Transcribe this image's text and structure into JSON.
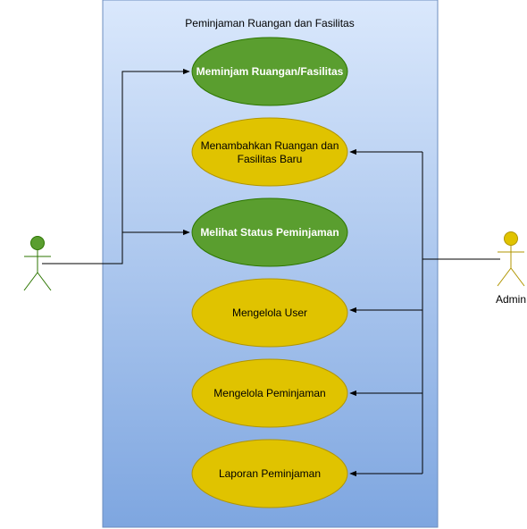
{
  "diagram": {
    "system_title": "Peminjaman Ruangan dan Fasilitas",
    "actors": {
      "left": {
        "label": ""
      },
      "right": {
        "label": "Admin"
      }
    },
    "use_cases": [
      {
        "label_lines": [
          "Meminjam Ruangan/Fasilitas"
        ],
        "fill": "#5a9e2f",
        "text_color": "#ffffff"
      },
      {
        "label_lines": [
          "Menambahkan Ruangan dan",
          "Fasilitas Baru"
        ],
        "fill": "#e0c300",
        "text_color": "#000000"
      },
      {
        "label_lines": [
          "Melihat Status Peminjaman"
        ],
        "fill": "#5a9e2f",
        "text_color": "#ffffff"
      },
      {
        "label_lines": [
          "Mengelola User"
        ],
        "fill": "#e0c300",
        "text_color": "#000000"
      },
      {
        "label_lines": [
          "Mengelola Peminjaman"
        ],
        "fill": "#e0c300",
        "text_color": "#000000"
      },
      {
        "label_lines": [
          "Laporan Peminjaman"
        ],
        "fill": "#e0c300",
        "text_color": "#000000"
      }
    ],
    "colors": {
      "boundary_top": "#dae8fc",
      "boundary_bottom": "#7ea6e0",
      "boundary_stroke": "#6c8ebf",
      "green_actor": "#5a9e2f",
      "yellow_actor": "#e0c300"
    }
  }
}
